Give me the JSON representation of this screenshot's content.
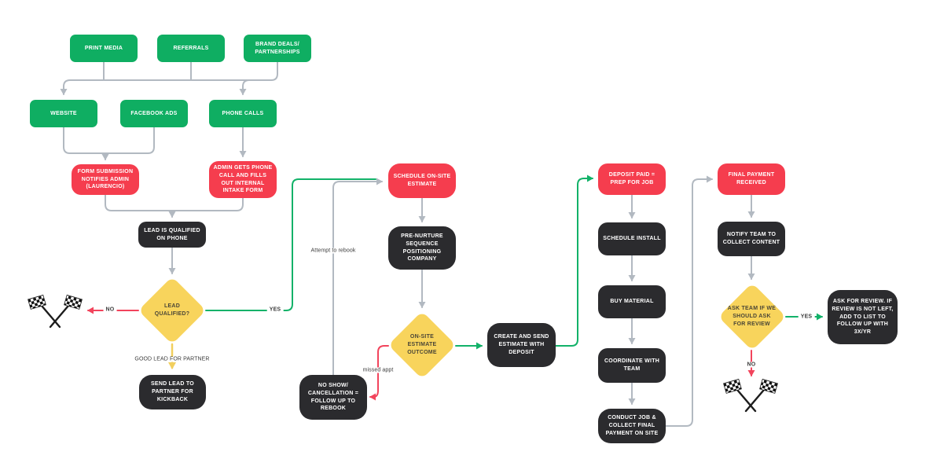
{
  "colors": {
    "green": "#0fae62",
    "red": "#f53d4e",
    "dark": "#2b2b2e",
    "yellow": "#f8d45c",
    "connector": "#b2b9c1",
    "connector_green": "#12b269",
    "connector_red": "#f2445c",
    "connector_yellow": "#f2cf5e",
    "label_text": "#3b3b3b",
    "canvas_bg": "#ffffff"
  },
  "nodes": {
    "print_media": "PRINT MEDIA",
    "referrals": "REFERRALS",
    "brand_deals": "BRAND DEALS/ PARTNERSHIPS",
    "website": "WEBSITE",
    "facebook_ads": "FACEBOOK ADS",
    "phone_calls": "PHONE CALLS",
    "form_submission": "FORM SUBMISSION NOTIFIES ADMIN (LAURENCIO)",
    "admin_intake": "ADMIN GETS PHONE CALL AND FILLS OUT INTERNAL INTAKE FORM",
    "lead_qualified_on_phone": "LEAD IS QUALIFIED ON PHONE",
    "lead_qualified": "LEAD QUALIFIED?",
    "send_lead_partner": "SEND LEAD TO PARTNER FOR KICKBACK",
    "schedule_onsite": "SCHEDULE ON-SITE ESTIMATE",
    "pre_nurture": "PRE-NURTURE SEQUENCE POSITIONING COMPANY",
    "onsite_outcome": "ON-SITE ESTIMATE OUTCOME",
    "no_show": "NO SHOW/ CANCELLATION = FOLLOW UP TO REBOOK",
    "create_estimate": "CREATE AND SEND ESTIMATE WITH DEPOSIT",
    "deposit_paid": "DEPOSIT PAID = PREP FOR JOB",
    "schedule_install": "SCHEDULE INSTALL",
    "buy_material": "BUY MATERIAL",
    "coordinate_team": "COORDINATE WITH TEAM",
    "conduct_job": "CONDUCT JOB & COLLECT FINAL PAYMENT ON SITE",
    "final_payment": "FINAL PAYMENT RECEIVED",
    "notify_team": "NOTIFY TEAM TO COLLECT CONTENT",
    "ask_team": "ASK TEAM IF WE SHOULD ASK FOR REVIEW",
    "ask_for_review": "ASK FOR REVIEW. IF REVIEW IS NOT LEFT, ADD TO LIST TO FOLLOW UP WITH 3X/YR"
  },
  "edge_labels": {
    "lead_no": "NO",
    "lead_yes": "YES",
    "good_lead": "GOOD LEAD FOR PARTNER",
    "attempt_rebook": "Attempt to rebook",
    "missed_appt": "missed appt",
    "review_yes": "YES",
    "review_no": "NO"
  },
  "icons": {
    "finish_left": "checkered-flags-icon",
    "finish_right": "checkered-flags-icon"
  }
}
